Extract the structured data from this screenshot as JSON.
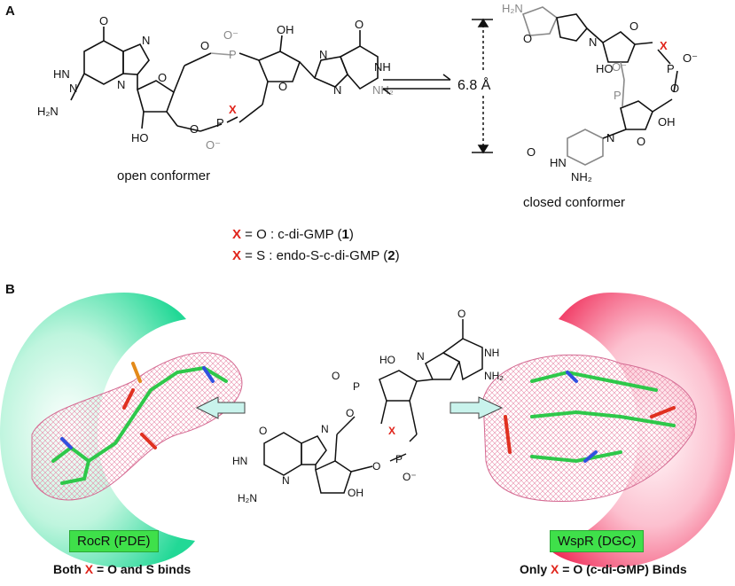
{
  "panel_a": {
    "letter": "A",
    "open_label": "open conformer",
    "closed_label": "closed conformer",
    "distance": "6.8 Å",
    "legend": [
      {
        "x": "X",
        "rest": " = O : c-di-GMP (",
        "num": "1",
        "end": ")"
      },
      {
        "x": "X",
        "rest": " = S : endo-S-c-di-GMP  (",
        "num": "2",
        "end": ")"
      }
    ]
  },
  "panel_b": {
    "letter": "B",
    "left_protein": "RocR (PDE)",
    "right_protein": "WspR (DGC)",
    "left_caption": {
      "pre": "Both ",
      "x": "X",
      "post": " = O and S binds"
    },
    "right_caption": {
      "pre": "Only ",
      "x": "X",
      "post": " = O (c-di-GMP) Binds"
    }
  },
  "colors": {
    "x_red": "#e0241b",
    "label_green": "#3fe04a",
    "left_blob": "#2fe0a0",
    "right_blob": "#f0305a",
    "arrow_fill": "#c9f3ec"
  }
}
